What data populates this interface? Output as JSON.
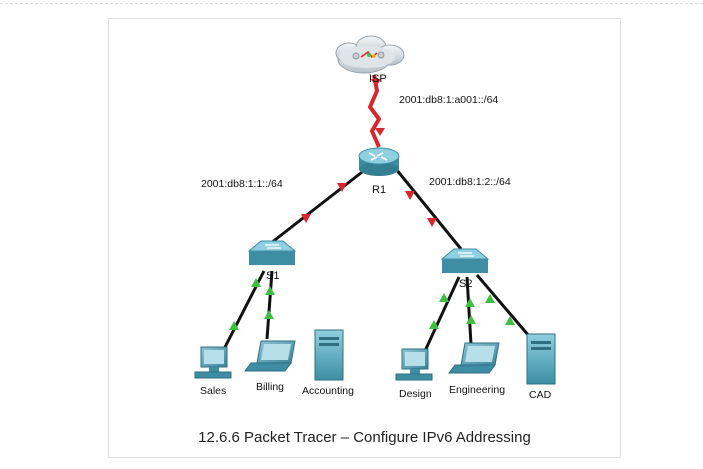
{
  "caption": "12.6.6 Packet Tracer – Configure IPv6 Addressing",
  "devices": {
    "isp": "ISP",
    "r1": "R1",
    "s1": "S1",
    "s2": "S2",
    "sales": "Sales",
    "billing": "Billing",
    "accounting": "Accounting",
    "design": "Design",
    "engineering": "Engineering",
    "cad": "CAD"
  },
  "networks": {
    "isp_link": "2001:db8:1:a001::/64",
    "s1_link": "2001:db8:1:1::/64",
    "s2_link": "2001:db8:1:2::/64"
  },
  "colors": {
    "serial_link": "#d9262c",
    "down_marker": "#d9262c",
    "up_marker": "#3fbf3f",
    "device": "#4d9fb4"
  }
}
